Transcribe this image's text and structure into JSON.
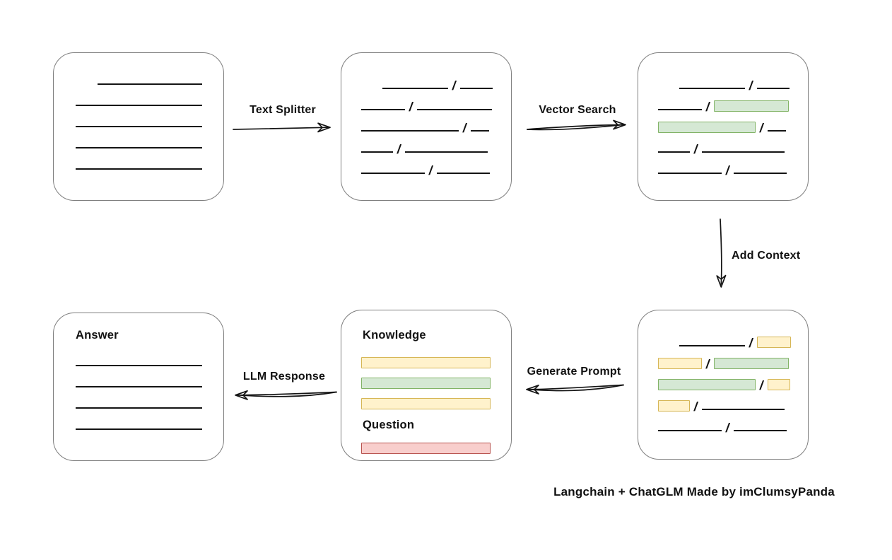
{
  "colors": {
    "green_fill": "#d5e8d4",
    "green_border": "#82b366",
    "yellow_fill": "#fff2cc",
    "yellow_border": "#d6b656",
    "red_fill": "#f8cecc",
    "red_border": "#b85450",
    "box_border": "#7f7f7f",
    "line_color": "#141414"
  },
  "labels": {
    "text_splitter": "Text Splitter",
    "vector_search": "Vector Search",
    "add_context": "Add Context",
    "generate_prompt": "Generate Prompt",
    "llm_response": "LLM Response",
    "caption": "Langchain + ChatGLM Made by imClumsyPanda"
  },
  "boxes": {
    "source_document": {
      "rows": [
        [
          {
            "t": "line",
            "w": 148,
            "indent": 31
          }
        ],
        [
          {
            "t": "line",
            "w": 179
          }
        ],
        [
          {
            "t": "line",
            "w": 179
          }
        ],
        [
          {
            "t": "line",
            "w": 179
          }
        ],
        [
          {
            "t": "line",
            "w": 179
          }
        ]
      ]
    },
    "split_chunks": {
      "rows": [
        [
          {
            "t": "line",
            "w": 93,
            "indent": 30
          },
          {
            "t": "slash",
            "ch": "/"
          },
          {
            "t": "line",
            "w": 46
          }
        ],
        [
          {
            "t": "line",
            "w": 62
          },
          {
            "t": "slash",
            "ch": "/"
          },
          {
            "t": "line",
            "w": 106
          }
        ],
        [
          {
            "t": "line",
            "w": 138
          },
          {
            "t": "slash",
            "ch": "/"
          },
          {
            "t": "line",
            "w": 26
          }
        ],
        [
          {
            "t": "line",
            "w": 45
          },
          {
            "t": "slash",
            "ch": "/"
          },
          {
            "t": "line",
            "w": 117
          }
        ],
        [
          {
            "t": "line",
            "w": 90
          },
          {
            "t": "slash",
            "ch": "/"
          },
          {
            "t": "line",
            "w": 75
          }
        ]
      ]
    },
    "vector_matches": {
      "rows": [
        [
          {
            "t": "line",
            "w": 93,
            "indent": 30
          },
          {
            "t": "slash",
            "ch": "/"
          },
          {
            "t": "line",
            "w": 46
          }
        ],
        [
          {
            "t": "line",
            "w": 62
          },
          {
            "t": "slash",
            "ch": "/"
          },
          {
            "t": "bar",
            "c": "green",
            "w": 106
          }
        ],
        [
          {
            "t": "bar",
            "c": "green",
            "w": 138
          },
          {
            "t": "slash",
            "ch": "/"
          },
          {
            "t": "line",
            "w": 26
          }
        ],
        [
          {
            "t": "line",
            "w": 45
          },
          {
            "t": "slash",
            "ch": "/"
          },
          {
            "t": "line",
            "w": 117
          }
        ],
        [
          {
            "t": "line",
            "w": 90
          },
          {
            "t": "slash",
            "ch": "/"
          },
          {
            "t": "line",
            "w": 75
          }
        ]
      ]
    },
    "context_chunks": {
      "rows": [
        [
          {
            "t": "line",
            "w": 93,
            "indent": 30
          },
          {
            "t": "slash",
            "ch": "/"
          },
          {
            "t": "bar",
            "c": "yellow",
            "w": 48
          }
        ],
        [
          {
            "t": "bar",
            "c": "yellow",
            "w": 62
          },
          {
            "t": "slash",
            "ch": "/"
          },
          {
            "t": "bar",
            "c": "green",
            "w": 106
          }
        ],
        [
          {
            "t": "bar",
            "c": "green",
            "w": 138
          },
          {
            "t": "slash",
            "ch": "/"
          },
          {
            "t": "bar",
            "c": "yellow",
            "w": 32
          }
        ],
        [
          {
            "t": "bar",
            "c": "yellow",
            "w": 45
          },
          {
            "t": "slash",
            "ch": "/"
          },
          {
            "t": "line",
            "w": 117
          }
        ],
        [
          {
            "t": "line",
            "w": 90
          },
          {
            "t": "slash",
            "ch": "/"
          },
          {
            "t": "line",
            "w": 75
          }
        ]
      ]
    },
    "prompt": {
      "heading_knowledge": "Knowledge",
      "knowledge_rows": [
        [
          {
            "t": "bar",
            "c": "yellow",
            "w": 183
          }
        ],
        [
          {
            "t": "bar",
            "c": "green",
            "w": 183
          }
        ],
        [
          {
            "t": "bar",
            "c": "yellow",
            "w": 183
          }
        ]
      ],
      "heading_question": "Question",
      "question_rows": [
        [
          {
            "t": "bar",
            "c": "red",
            "w": 183
          }
        ]
      ]
    },
    "answer": {
      "heading": "Answer",
      "rows": [
        [
          {
            "t": "line",
            "w": 179
          }
        ],
        [
          {
            "t": "line",
            "w": 179
          }
        ],
        [
          {
            "t": "line",
            "w": 179
          }
        ],
        [
          {
            "t": "line",
            "w": 179
          }
        ]
      ]
    }
  }
}
